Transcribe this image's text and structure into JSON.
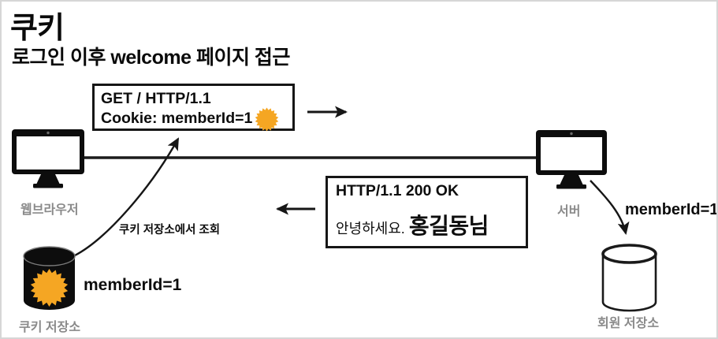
{
  "page": {
    "title": "쿠키",
    "subtitle": "로그인 이후 welcome 페이지 접근"
  },
  "request_box": {
    "line1": "GET / HTTP/1.1",
    "line2": "Cookie: memberId=1"
  },
  "response_box": {
    "status_line": "HTTP/1.1 200 OK",
    "greeting_prefix": "안녕하세요. ",
    "greeting_name": "홍길동님"
  },
  "nodes": {
    "browser_label": "웹브라우저",
    "server_label": "서버",
    "cookie_store_label": "쿠키 저장소",
    "member_store_label": "회원 저장소"
  },
  "annotations": {
    "cookie_lookup_label": "쿠키 저장소에서 조회",
    "cookie_store_value": "memberId=1",
    "member_store_value": "memberId=1"
  },
  "colors": {
    "cookie_orange": "#F5A623",
    "label_gray": "#8A8A8A",
    "ink_black": "#161616",
    "frame_border": "#D6D6D6"
  }
}
